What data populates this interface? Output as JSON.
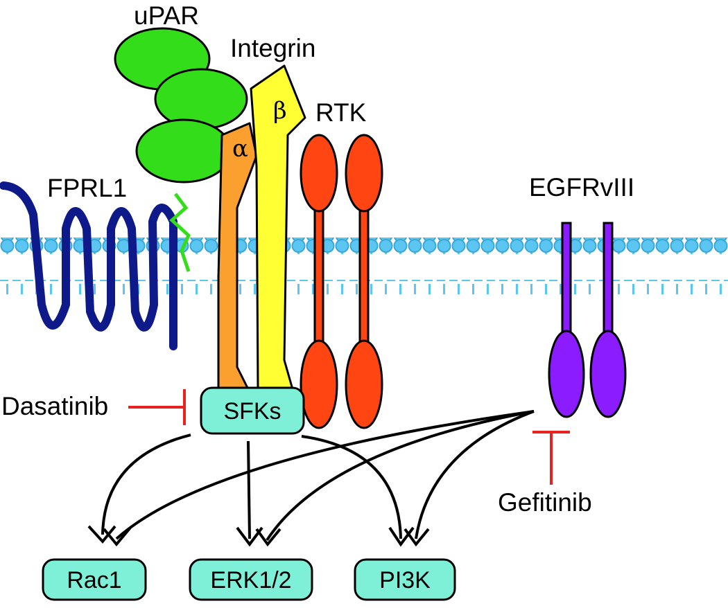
{
  "labels": {
    "upar": "uPAR",
    "integrin": "Integrin",
    "beta": "β",
    "alpha": "α",
    "rtk": "RTK",
    "fprl1": "FPRL1",
    "egfrviii": "EGFRvIII",
    "dasatinib": "Dasatinib",
    "gefitinib": "Gefitinib"
  },
  "nodes": {
    "sfks": "SFKs",
    "rac1": "Rac1",
    "erk": "ERK1/2",
    "pi3k": "PI3K"
  },
  "colors": {
    "upar": "#33dd1a",
    "integrin_alpha": "#fba02f",
    "integrin_beta": "#ffff33",
    "rtk": "#ff4512",
    "egfrviii": "#8a1cff",
    "fprl1": "#0f1a8a",
    "membrane": "#5cc6f2",
    "node_fill": "#7ff0d8",
    "inhibitor": "#e8231f"
  },
  "edges": [
    {
      "from": "SFKs",
      "to": "Rac1",
      "type": "activation"
    },
    {
      "from": "SFKs",
      "to": "ERK1/2",
      "type": "activation"
    },
    {
      "from": "SFKs",
      "to": "PI3K",
      "type": "activation"
    },
    {
      "from": "EGFRvIII",
      "to": "Rac1",
      "type": "activation"
    },
    {
      "from": "EGFRvIII",
      "to": "ERK1/2",
      "type": "activation"
    },
    {
      "from": "EGFRvIII",
      "to": "PI3K",
      "type": "activation"
    },
    {
      "from": "Dasatinib",
      "to": "SFKs",
      "type": "inhibition"
    },
    {
      "from": "Gefitinib",
      "to": "EGFRvIII",
      "type": "inhibition"
    }
  ]
}
